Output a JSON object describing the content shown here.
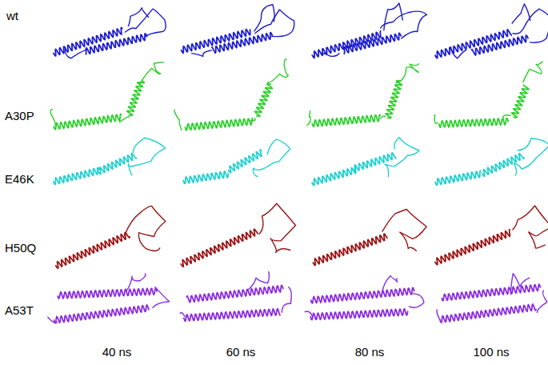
{
  "diagram": {
    "labels": [
      "wt",
      "A30P",
      "E46K",
      "H50Q",
      "A53T",
      "40 ns",
      "60 ns",
      "80 ns",
      "100 ns"
    ]
  }
}
